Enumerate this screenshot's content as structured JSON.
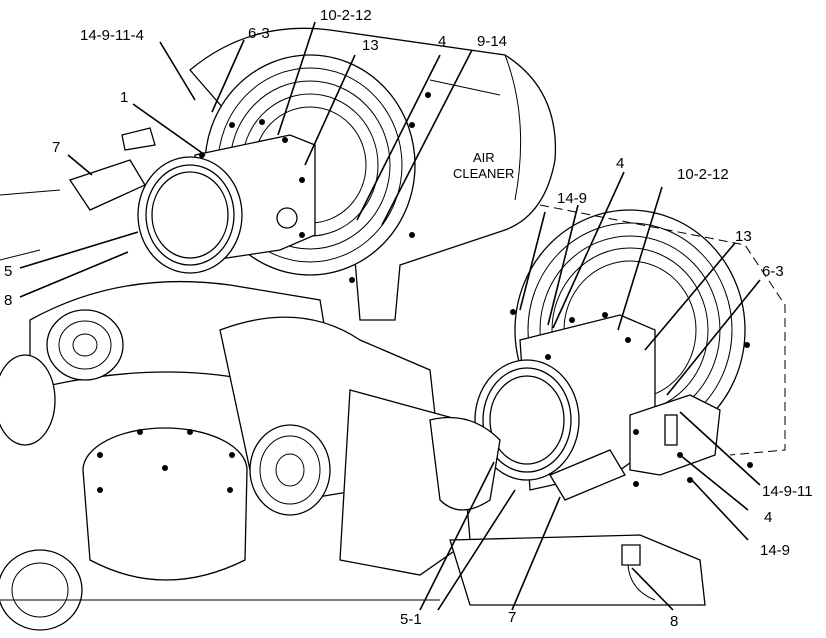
{
  "callouts": [
    {
      "id": "c-14-9-11-4",
      "text": "14-9-11-4"
    },
    {
      "id": "c-6-3-a",
      "text": "6-3"
    },
    {
      "id": "c-10-2-12-a",
      "text": "10-2-12"
    },
    {
      "id": "c-13-a",
      "text": "13"
    },
    {
      "id": "c-4-a",
      "text": "4"
    },
    {
      "id": "c-9-14",
      "text": "9-14"
    },
    {
      "id": "c-1",
      "text": "1"
    },
    {
      "id": "c-7-a",
      "text": "7"
    },
    {
      "id": "c-5",
      "text": "5"
    },
    {
      "id": "c-8-a",
      "text": "8"
    },
    {
      "id": "c-4-b",
      "text": "4"
    },
    {
      "id": "c-10-2-12-b",
      "text": "10-2-12"
    },
    {
      "id": "c-14-9-a",
      "text": "14-9"
    },
    {
      "id": "c-13-b",
      "text": "13"
    },
    {
      "id": "c-6-3-b",
      "text": "6-3"
    },
    {
      "id": "c-14-9-11",
      "text": "14-9-11"
    },
    {
      "id": "c-4-c",
      "text": "4"
    },
    {
      "id": "c-14-9-b",
      "text": "14-9"
    },
    {
      "id": "c-5-1",
      "text": "5-1"
    },
    {
      "id": "c-7-b",
      "text": "7"
    },
    {
      "id": "c-8-b",
      "text": "8"
    }
  ],
  "air_cleaner": {
    "line1": "AIR",
    "line2": "CLEANER"
  }
}
